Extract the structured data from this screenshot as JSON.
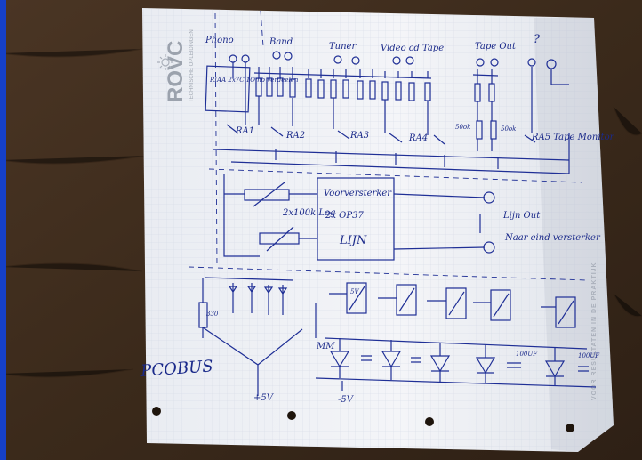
{
  "photo": {
    "logo": "ROVC",
    "logo_tagline": "TECHNISCHE OPLEIDINGEN",
    "margin_text": "VOOR RESULTATEN IN DE PRAKTIJK",
    "labels": {
      "phono": "Phono",
      "riaa_box": "RIAA 2x7C 1Omb verdeelen",
      "band": "Band",
      "tuner": "Tuner",
      "video_cd": "Video cd Tape",
      "tape_out": "Tape Out",
      "question": "?",
      "ra1": "RA1",
      "ra2": "RA2",
      "ra3": "RA3",
      "ra4": "RA4",
      "ra5": "RA5 Tape Monitor",
      "r50k_a": "50ok",
      "r50k_b": "50ok",
      "volume": "2x100k Log",
      "voorversterker": "Voorversterker",
      "voorversterker_sub": "2x OP37",
      "lijn": "LIJN",
      "line_out": "Lijn Out",
      "naar_eind": "Naar eind versterker",
      "pcobus": "PCOBUS",
      "plus5": "+5V",
      "minus5": "-5V",
      "r330": "330",
      "mm": "MM",
      "cap_100uf": "100UF",
      "cap_100uf2": "100UF",
      "relay": "5V"
    }
  }
}
